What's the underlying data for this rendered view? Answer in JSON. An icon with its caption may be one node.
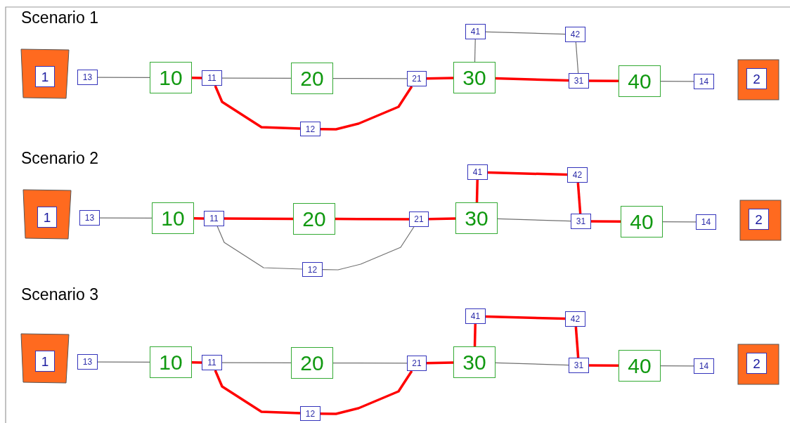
{
  "diagram": {
    "nodes": [
      {
        "text": [],
        "shape": "box"
      },
      {
        "text": [
          "1"
        ],
        "in": 0
      },
      {
        "text": [
          "13"
        ]
      },
      {
        "text": [
          "10"
        ]
      },
      {
        "text": [
          "11"
        ]
      },
      {
        "text": [
          "20"
        ]
      },
      {
        "text": [
          "21"
        ]
      },
      {
        "text": [
          "12"
        ]
      },
      {
        "text": [
          "41"
        ]
      },
      {
        "text": [
          "42"
        ]
      },
      {
        "text": [
          "30"
        ]
      },
      {
        "text": [
          "31"
        ]
      },
      {
        "text": [
          "40"
        ]
      },
      {
        "text": [
          "14"
        ]
      },
      {
        "text": [],
        "shape": "box"
      },
      {
        "text": [
          "2"
        ],
        "in": 14
      },
      {
        "text": [],
        "shape": "box"
      },
      {
        "text": [
          "1"
        ],
        "in": 16
      },
      {
        "text": [
          "13"
        ]
      },
      {
        "text": [
          "10"
        ]
      },
      {
        "text": [
          "11"
        ]
      },
      {
        "text": [
          "20"
        ]
      },
      {
        "text": [
          "21"
        ]
      },
      {
        "text": [
          "12"
        ]
      },
      {
        "text": [
          "41"
        ]
      },
      {
        "text": [
          "42"
        ]
      },
      {
        "text": [
          "30"
        ]
      },
      {
        "text": [
          "31"
        ]
      },
      {
        "text": [
          "40"
        ]
      },
      {
        "text": [
          "14"
        ]
      },
      {
        "text": [],
        "shape": "box"
      },
      {
        "text": [
          "2"
        ],
        "in": 30
      },
      {
        "text": [],
        "shape": "box"
      },
      {
        "text": [
          "1"
        ],
        "in": 32
      },
      {
        "text": [
          "13"
        ]
      },
      {
        "text": [
          "10"
        ]
      },
      {
        "text": [
          "11"
        ]
      },
      {
        "text": [
          "20"
        ]
      },
      {
        "text": [
          "21"
        ]
      },
      {
        "text": [
          "12"
        ]
      },
      {
        "text": [
          "41"
        ]
      },
      {
        "text": [
          "42"
        ]
      },
      {
        "text": [
          "30"
        ]
      },
      {
        "text": [
          "31"
        ]
      },
      {
        "text": [
          "40"
        ]
      },
      {
        "text": [
          "14"
        ]
      },
      {
        "text": [],
        "shape": "box"
      },
      {
        "text": [
          "2"
        ],
        "in": 46
      }
    ],
    "edges": [
      {
        "from": 2,
        "to": 3,
        "arrow": "none",
        "color": "#707070"
      },
      {
        "from": 3,
        "to": 4,
        "arrow": "none"
      },
      {
        "from": 4,
        "to": 5,
        "arrow": "none",
        "color": "#707070"
      },
      {
        "from": 5,
        "to": 6,
        "arrow": "none",
        "color": "#707070"
      },
      {
        "from": 6,
        "to": 10,
        "arrow": "none"
      },
      {
        "from": 4,
        "to": 7,
        "arrow": "none"
      },
      {
        "from": 7,
        "to": 6,
        "arrow": "none"
      },
      {
        "from": 10,
        "to": 8,
        "arrow": "none",
        "color": "#707070"
      },
      {
        "from": 8,
        "to": 9,
        "arrow": "none",
        "color": "#707070"
      },
      {
        "from": 9,
        "to": 11,
        "arrow": "none",
        "color": "#707070"
      },
      {
        "from": 10,
        "to": 11,
        "arrow": "none"
      },
      {
        "from": 11,
        "to": 12,
        "arrow": "none"
      },
      {
        "from": 12,
        "to": 13,
        "arrow": "none",
        "color": "#707070"
      },
      {
        "from": 18,
        "to": 19,
        "arrow": "none",
        "color": "#707070"
      },
      {
        "from": 19,
        "to": 20,
        "arrow": "none"
      },
      {
        "from": 20,
        "to": 21,
        "arrow": "none"
      },
      {
        "from": 21,
        "to": 22,
        "arrow": "none"
      },
      {
        "from": 22,
        "to": 26,
        "arrow": "none"
      },
      {
        "from": 20,
        "to": 23,
        "arrow": "none",
        "color": "#707070"
      },
      {
        "from": 23,
        "to": 22,
        "arrow": "none",
        "color": "#707070"
      },
      {
        "from": 26,
        "to": 24,
        "arrow": "none"
      },
      {
        "from": 24,
        "to": 25,
        "arrow": "none"
      },
      {
        "from": 25,
        "to": 27,
        "arrow": "none"
      },
      {
        "from": 26,
        "to": 27,
        "arrow": "none",
        "color": "#707070"
      },
      {
        "from": 27,
        "to": 28,
        "arrow": "none"
      },
      {
        "from": 28,
        "to": 29,
        "arrow": "none",
        "color": "#707070"
      },
      {
        "from": 34,
        "to": 35,
        "arrow": "none",
        "color": "#707070"
      },
      {
        "from": 35,
        "to": 36,
        "arrow": "none"
      },
      {
        "from": 36,
        "to": 37,
        "arrow": "none",
        "color": "#707070"
      },
      {
        "from": 37,
        "to": 38,
        "arrow": "none",
        "color": "#707070"
      },
      {
        "from": 38,
        "to": 42,
        "arrow": "none"
      },
      {
        "from": 36,
        "to": 39,
        "arrow": "none"
      },
      {
        "from": 39,
        "to": 38,
        "arrow": "none"
      },
      {
        "from": 42,
        "to": 40,
        "arrow": "none"
      },
      {
        "from": 40,
        "to": 41,
        "arrow": "none"
      },
      {
        "from": 41,
        "to": 43,
        "arrow": "none"
      },
      {
        "from": 42,
        "to": 43,
        "arrow": "none",
        "color": "#707070"
      },
      {
        "from": 43,
        "to": 44,
        "arrow": "none"
      },
      {
        "from": 44,
        "to": 45,
        "arrow": "none",
        "color": "#707070"
      }
    ],
    "labels": [
      "Scenario 1",
      "Scenario 2",
      "Scenario 3"
    ]
  }
}
